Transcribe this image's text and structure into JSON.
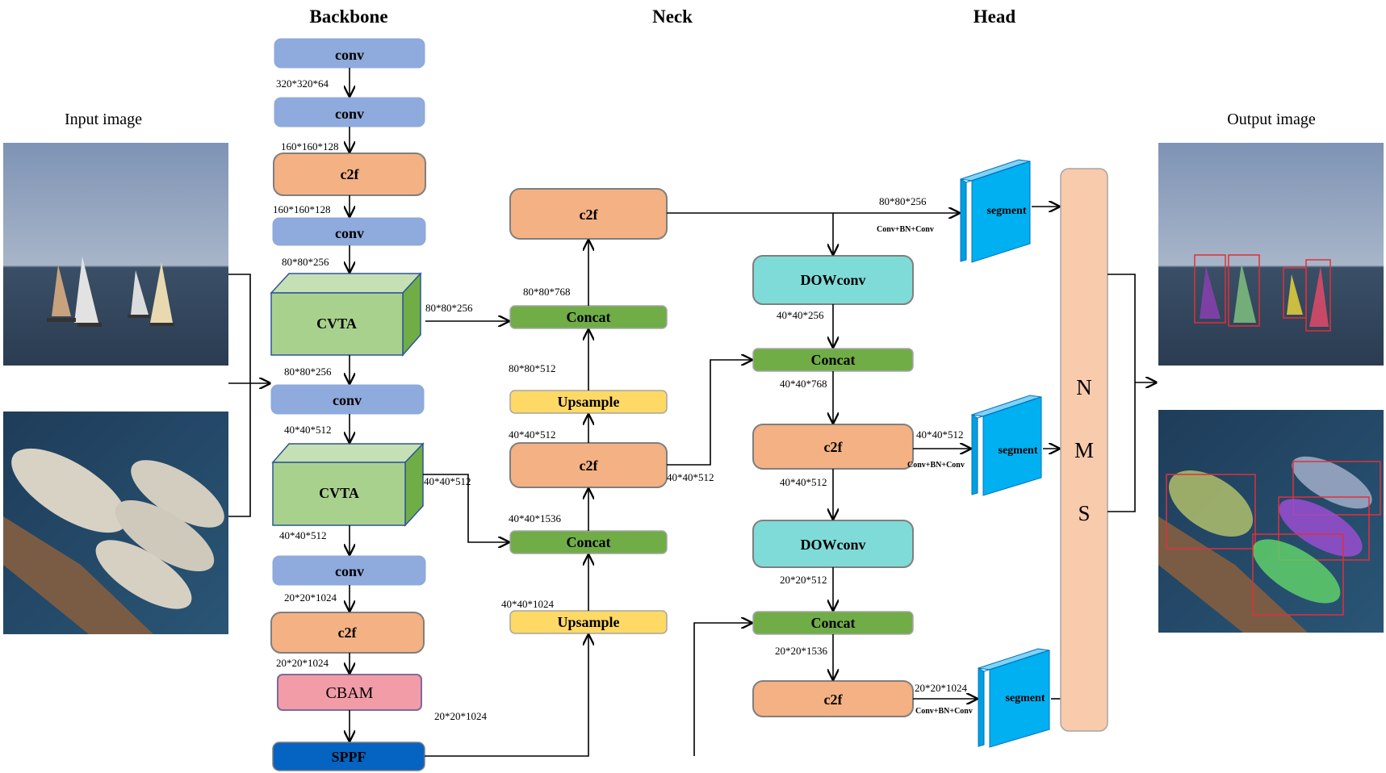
{
  "sections": {
    "backbone": "Backbone",
    "neck": "Neck",
    "head": "Head"
  },
  "labels": {
    "input": "Input image",
    "output": "Output image"
  },
  "backbone": {
    "b1": "conv",
    "b2": "conv",
    "b3": "c2f",
    "b4": "conv",
    "b5": "CVTA",
    "b6": "conv",
    "b7": "CVTA",
    "b8": "conv",
    "b9": "c2f",
    "b10": "CBAM",
    "b11": "SPPF"
  },
  "neck": {
    "n1": "c2f",
    "n2": "Concat",
    "n3": "Upsample",
    "n4": "c2f",
    "n5": "Concat",
    "n6": "Upsample"
  },
  "head": {
    "h1": "DOWconv",
    "h2": "Concat",
    "h3": "c2f",
    "h4": "DOWconv",
    "h5": "Concat",
    "h6": "c2f",
    "seg1": "segment",
    "seg2": "segment",
    "seg3": "segment",
    "conv_bn_conv": "Conv+BN+Conv",
    "nms_letters": [
      "N",
      "M",
      "S"
    ]
  },
  "dims": {
    "d1": "320*320*64",
    "d2": "160*160*128",
    "d3": "160*160*128",
    "d4": "80*80*256",
    "d5": "80*80*256",
    "d6": "80*80*256",
    "d7": "40*40*512",
    "d8": "40*40*512",
    "d9": "40*40*512",
    "d10": "20*20*1024",
    "d11": "20*20*1024",
    "d12": "20*20*1024",
    "d13": "80*80*768",
    "d14": "80*80*512",
    "d15": "40*40*512",
    "d16": "40*40*512",
    "d17": "40*40*1536",
    "d18": "40*40*1024",
    "d19": "80*80*256",
    "d20": "40*40*256",
    "d21": "40*40*768",
    "d22": "40*40*512",
    "d23": "40*40*512",
    "d24": "20*20*512",
    "d25": "20*20*1536",
    "d26": "20*20*1024"
  },
  "colors": {
    "conv": "#8faadc",
    "c2f": "#f4b183",
    "cvta": "#a9d18e",
    "concat": "#70ad47",
    "upsample": "#ffd966",
    "cbam": "#f19ca7",
    "sppf": "#0563c1",
    "dowconv": "#7fdbd8",
    "segment": "#00b0f0",
    "nms": "#f8cbad"
  }
}
